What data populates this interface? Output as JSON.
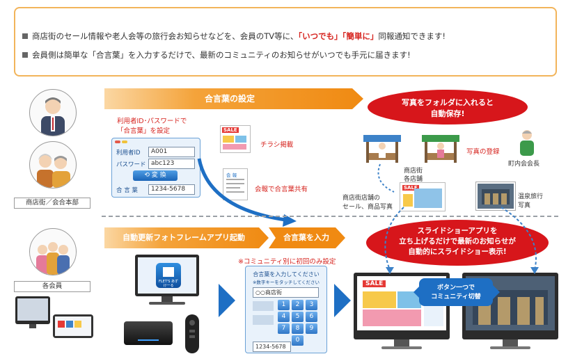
{
  "top_box": {
    "line1_pre": "商店街のセール情報や老人会等の旅行会お知らせなどを、会員のTV等に、",
    "line1_hl": "「いつでも」「簡単に」",
    "line1_post": "同報通知できます!",
    "line2": "会員側は簡単な「合言葉」を入力するだけで、最新のコミュニティのお知らせがいつでも手元に届きます!"
  },
  "upper": {
    "group_label": "商店街／会合本部",
    "banner": "合言葉の設定",
    "login_note_1": "利用者ID･パスワードで",
    "login_note_2": "「合言葉」を設定",
    "form": {
      "user_id_label": "利用者ID",
      "user_id_value": "A001",
      "password_label": "パスワード",
      "password_value": "abc123",
      "convert_button": "変 換",
      "passphrase_label": "合 言 葉",
      "passphrase_value": "1234-5678"
    },
    "flyer_tag": "SALE",
    "flyer_caption": "チラシ掲載",
    "bulletin_tag": "会 報",
    "bulletin_caption": "会報で合言葉共有",
    "auto_save_1": "写真をフォルダに入れると",
    "auto_save_2": "自動保存!",
    "photo_register": "写真の登録",
    "shop_label_1": "商店街",
    "shop_label_2": "各店舗",
    "town_chief": "町内会会長",
    "sale_photo_1": "商店街店舗の",
    "sale_photo_2": "セール、商品写真",
    "sale_tag": "SALE",
    "onsen_1": "温泉旅行",
    "onsen_2": "写真"
  },
  "lower": {
    "group_label": "各会員",
    "banner_left": "自動更新フォトフレームアプリ起動",
    "banner_right": "合言葉を入力",
    "first_time_note": "※コミュニティ別に初回のみ設定",
    "slideshow_1": "スライドショーアプリを",
    "slideshow_2": "立ち上げるだけで最新のお知らせが",
    "slideshow_3": "自動的にスライドショー表示!",
    "app_logo": "FLET'S あずけーる",
    "keypad": {
      "title_1": "合言葉を入力してください",
      "title_2": "※数字キーをタッチしてください",
      "community": "○○商店街",
      "keys": [
        "1",
        "2",
        "3",
        "4",
        "5",
        "6",
        "7",
        "8",
        "9",
        "0"
      ],
      "result": "1234-5678"
    },
    "screen_sale_tag": "SALE",
    "switch_1": "ボタン一つで",
    "switch_2": "コミュニティ切替"
  },
  "colors": {
    "orange": "#f39a1e",
    "red": "#d7161b",
    "blue": "#1e6fc4",
    "top_border": "#f2b45a"
  }
}
